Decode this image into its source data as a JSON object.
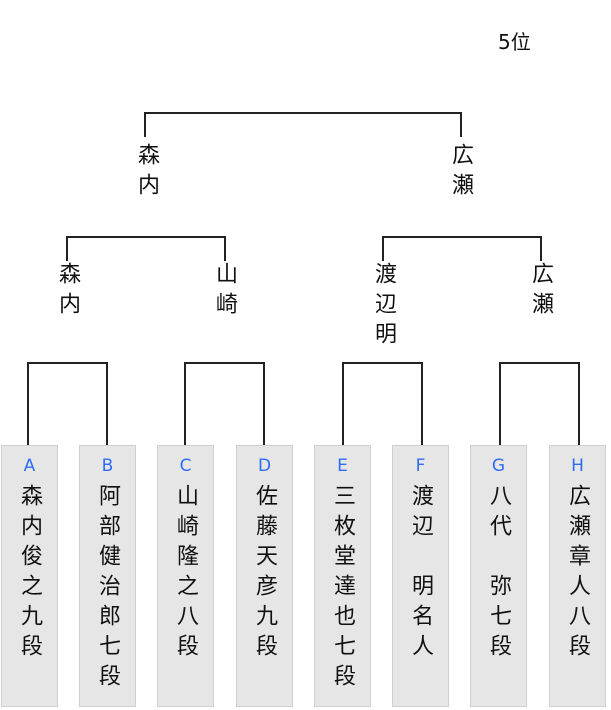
{
  "rank_label": "5位",
  "final": {
    "left_winner": "森内",
    "right_winner": "広瀬"
  },
  "semis": [
    "森内",
    "山崎",
    "渡辺明",
    "広瀬"
  ],
  "players": [
    {
      "letter": "A",
      "name": "森内俊之九段"
    },
    {
      "letter": "B",
      "name": "阿部健治郎七段"
    },
    {
      "letter": "C",
      "name": "山崎隆之八段"
    },
    {
      "letter": "D",
      "name": "佐藤天彦九段"
    },
    {
      "letter": "E",
      "name": "三枚堂達也七段"
    },
    {
      "letter": "F",
      "name": "渡辺　明名人"
    },
    {
      "letter": "G",
      "name": "八代　弥七段"
    },
    {
      "letter": "H",
      "name": "広瀬章人八段"
    }
  ],
  "colors": {
    "letter": "#2f6cf5",
    "box": "#e6e6e6"
  }
}
